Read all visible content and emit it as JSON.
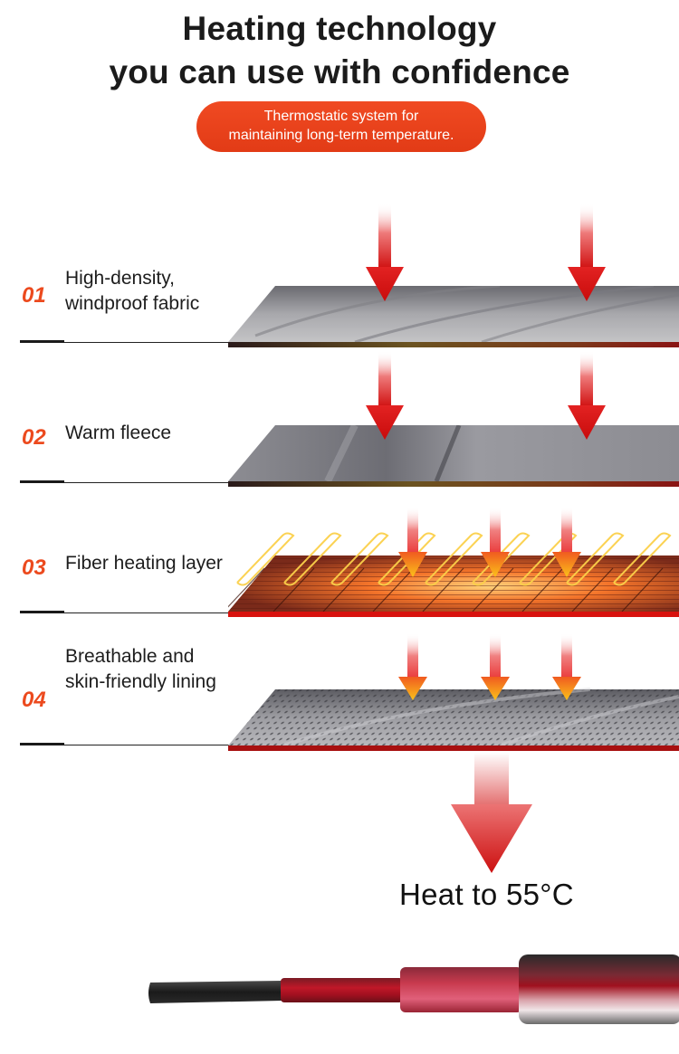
{
  "header": {
    "title_line1": "Heating technology",
    "title_line2": "you can use with confidence",
    "badge_line1": "Thermostatic system for",
    "badge_line2": "maintaining long-term temperature.",
    "badge_color": "#e5401a"
  },
  "layers": [
    {
      "number": "01",
      "line1": "High-density,",
      "line2": "windproof fabric",
      "material": "windproof fabric"
    },
    {
      "number": "02",
      "line1": "Warm fleece",
      "line2": "",
      "material": "fleece"
    },
    {
      "number": "03",
      "line1": "Fiber heating layer",
      "line2": "",
      "material": "heating element"
    },
    {
      "number": "04",
      "line1": "Breathable and",
      "line2": "skin-friendly lining",
      "material": "mesh lining"
    }
  ],
  "result": {
    "text": "Heat to 55°C"
  },
  "colors": {
    "accent": "#ec4a1e",
    "arrow_red": "#d41414",
    "arrow_orange": "#f5a020",
    "text": "#1a1a1a"
  },
  "icons": {
    "heat_arrows": "down-arrow-icon",
    "cable": "power-cable-icon"
  }
}
